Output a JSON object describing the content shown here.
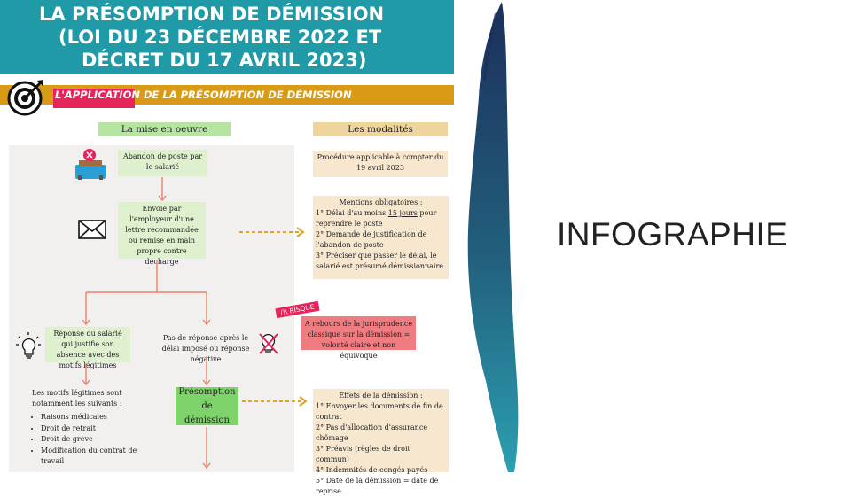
{
  "title_lines": [
    "LA PRÉSOMPTION DE DÉMISSION",
    "(LOI DU 23 DÉCEMBRE 2022 ET",
    "DÉCRET DU 17 AVRIL 2023)"
  ],
  "section_title": "L'APPLICATION DE LA PRÉSOMPTION DE DÉMISSION",
  "headers": {
    "left": "La mise en oeuvre",
    "right": "Les modalités"
  },
  "flow": {
    "abandon": "Abandon de poste par le salarié",
    "envoi": "Envoie par l'employeur d'une lettre recommandée ou remise en main propre contre décharge",
    "reponse": "Réponse du salarié qui justifie son absence avec des motifs légitimes",
    "pas_reponse": "Pas de réponse après le délai imposé ou réponse négative",
    "motifs_intro": "Les motifs légitimes sont notamment les suivants :",
    "motifs": [
      "Raisons médicales",
      "Droit de retrait",
      "Droit de grève",
      "Modification du contrat de travail"
    ],
    "presomption": "Présomption de démission"
  },
  "modalites": {
    "procedure": "Procédure applicable à compter du 19 avril 2023",
    "mentions_title": "Mentions obligatoires :",
    "mention_1_pre": "1° Délai d'au moins ",
    "mention_1_u": "15 jours",
    "mention_1_post": " pour reprendre le poste",
    "mention_2": "2° Demande de justification de l'abandon de poste",
    "mention_3": "3° Préciser que passer le délai, le salarié est présumé démissionnaire",
    "risque_label": "/!\\ RISQUE",
    "risque_text": "A rebours de la jurisprudence classique sur la démission = volonté claire et non équivoque",
    "effets_title": "Effets de la démission :",
    "effets": [
      "1° Envoyer les documents de fin de contrat",
      "2° Pas d'allocation d'assurance chômage",
      "3° Préavis (règles de droit commun)",
      "4° Indemnités de congés payés",
      "5° Date de la démission = date de reprise"
    ]
  },
  "side_label": "INFOGRAPHIE",
  "colors": {
    "teal": "#1f9aa6",
    "gold": "#d99a16",
    "pink": "#e6245a",
    "green": "#7ed36a",
    "light_green": "#dff0cf",
    "tan": "#f6e7ce",
    "red": "#ef7c81",
    "arrow": "#e8836a",
    "dashed": "#e2a128",
    "brush_top": "#1c2f5a",
    "brush_bottom": "#2ba0b0"
  }
}
